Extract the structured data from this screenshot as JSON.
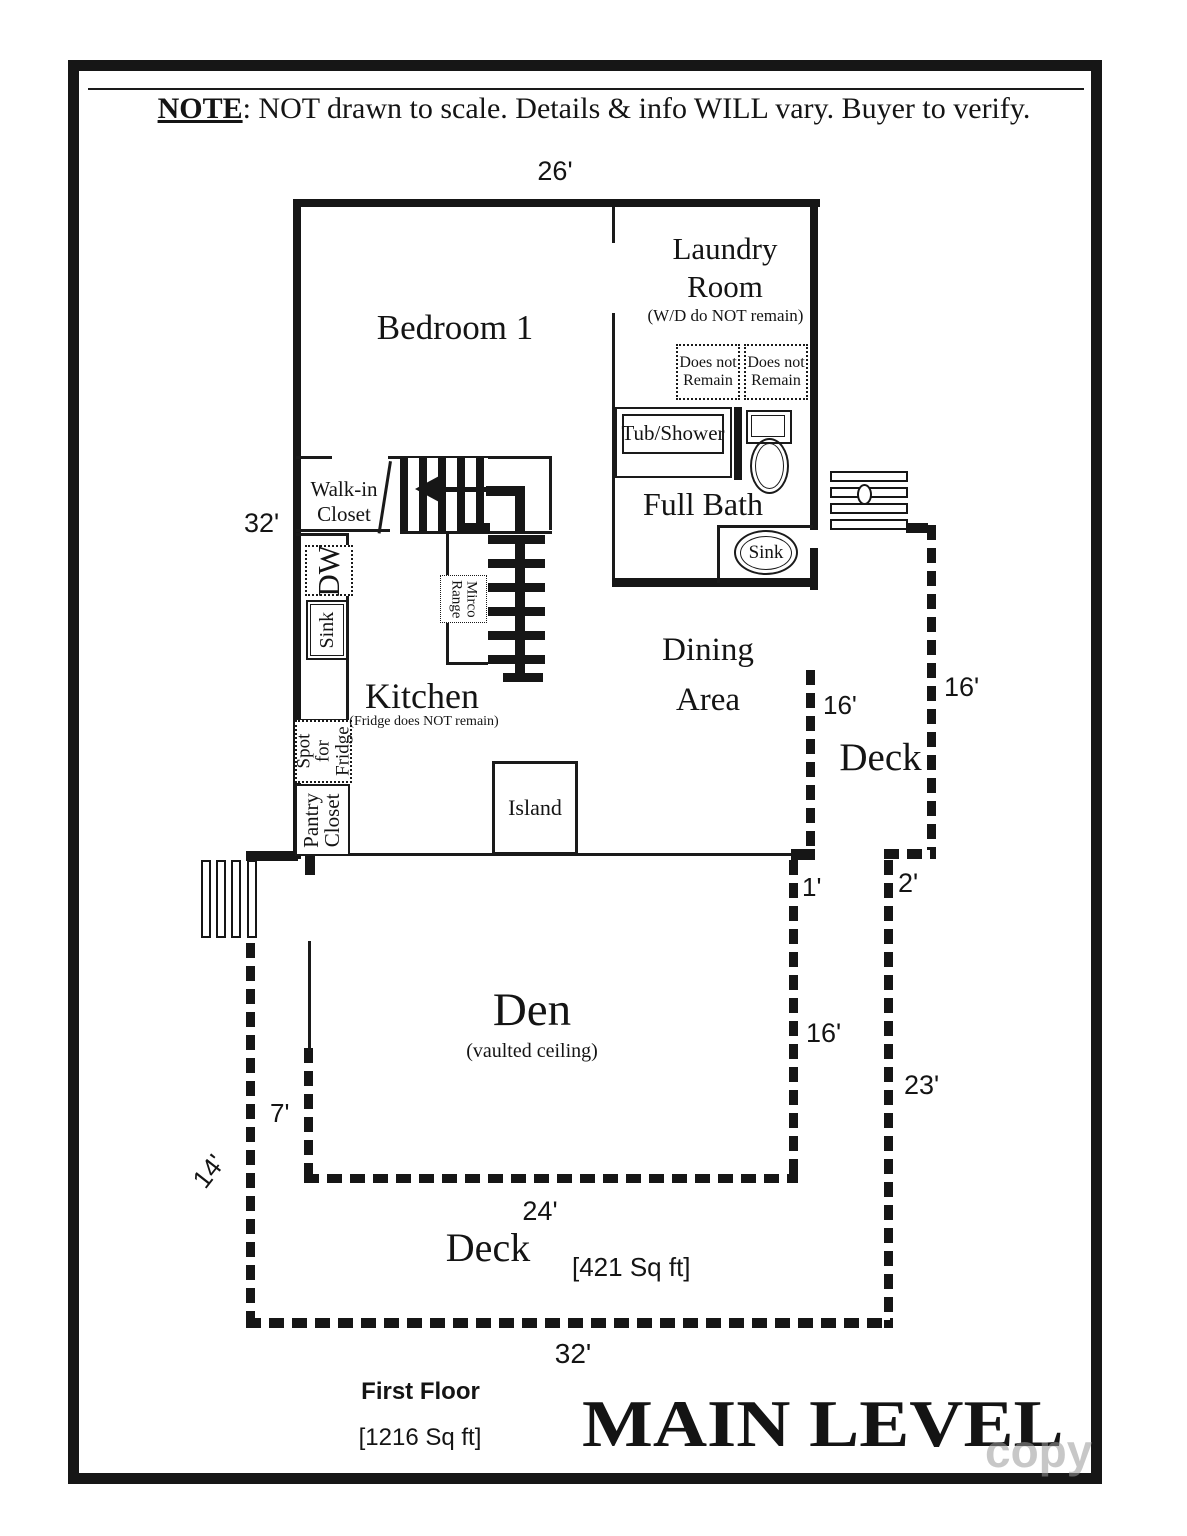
{
  "note": {
    "label": "NOTE",
    "text": ": NOT drawn to scale.  Details & info WILL vary. Buyer to verify."
  },
  "rooms": {
    "bedroom1": "Bedroom 1",
    "laundry_line1": "Laundry",
    "laundry_line2": "Room",
    "laundry_note": "(W/D do NOT remain)",
    "full_bath": "Full Bath",
    "walkin_line1": "Walk-in",
    "walkin_line2": "Closet",
    "kitchen": "Kitchen",
    "kitchen_note": "(Fridge does NOT remain)",
    "dining_line1": "Dining",
    "dining_line2": "Area",
    "den": "Den",
    "den_note": "(vaulted ceiling)",
    "deck_right": "Deck",
    "deck_bottom": "Deck",
    "deck_bottom_area": "[421 Sq ft]",
    "island": "Island"
  },
  "fixtures": {
    "tub": "Tub/Shower",
    "sink_bath": "Sink",
    "sink_kitchen": "Sink",
    "dishwasher": "DW",
    "micro_line1": "Mirco",
    "micro_line2": "Range",
    "fridge_line1": "Spot for",
    "fridge_line2": "Fridge",
    "pantry_line1": "Pantry",
    "pantry_line2": "Closet",
    "dnr1_line1": "Does not",
    "dnr1_line2": "Remain",
    "dnr2_line1": "Does not",
    "dnr2_line2": "Remain"
  },
  "dims": {
    "top_width": "26'",
    "left_height": "32'",
    "deck_inner_16": "16'",
    "deck_outer_16": "16'",
    "jog_1": "1'",
    "jog_2": "2'",
    "den_right_16": "16'",
    "deck_right_23": "23'",
    "den_left_7": "7'",
    "deck_left_14": "14'",
    "den_bottom_24": "24'",
    "deck_bottom_32": "32'"
  },
  "footer": {
    "first_floor": "First Floor",
    "first_floor_area": "[1216 Sq ft]",
    "main_level": "MAIN LEVEL"
  },
  "watermark": "copy"
}
